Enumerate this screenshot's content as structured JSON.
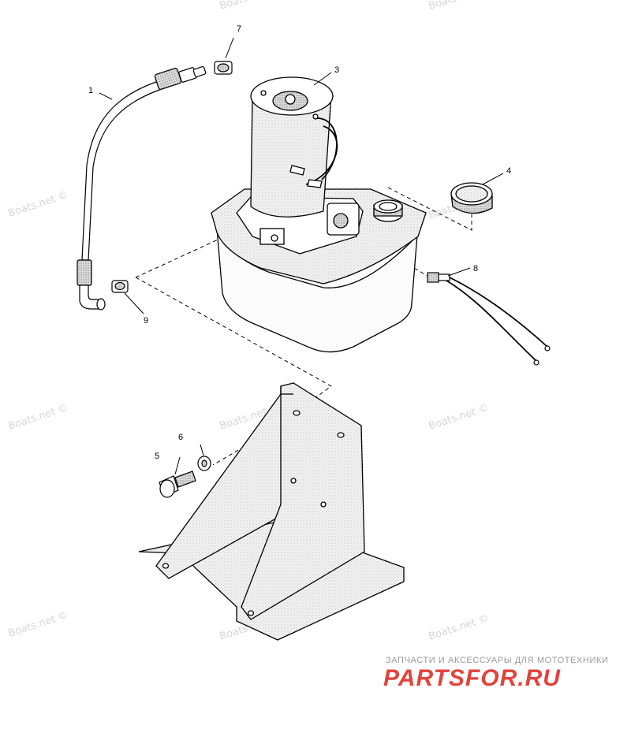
{
  "callouts": {
    "c1": "1",
    "c3": "3",
    "c4": "4",
    "c5": "5",
    "c6": "6",
    "c7": "7",
    "c8": "8",
    "c9": "9"
  },
  "watermark": {
    "text": "Boats.net ©"
  },
  "brand": {
    "tagline": "ЗАПЧАСТИ И АКСЕССУАРЫ ДЛЯ МОТОТЕХНИКИ",
    "logo_text": "PARTSFOR.RU",
    "logo_color": "#e0443c"
  }
}
